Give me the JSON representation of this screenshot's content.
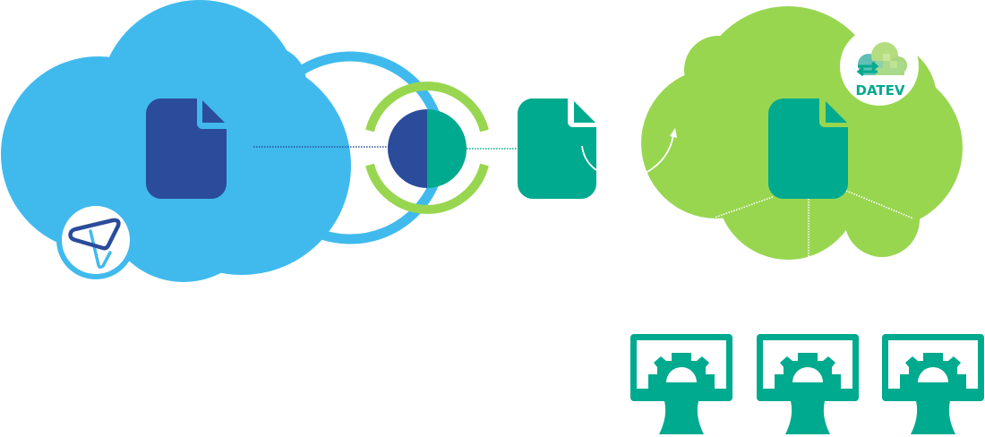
{
  "diagram": {
    "title": "Document transfer from source cloud to DATEV cloud",
    "colors": {
      "source_cloud": "#40baed",
      "source_document": "#2b4c9b",
      "connector_ring_green": "#98d650",
      "transfer_document": "#00aa8e",
      "target_cloud": "#98d650",
      "workstation": "#00aa8e",
      "badge_background": "#ffffff"
    },
    "nodes": {
      "source_cloud": {
        "label": "source-cloud",
        "icon": "cloud-icon"
      },
      "source_document": {
        "icon": "document-icon"
      },
      "source_logo": {
        "icon": "paper-plane-logo-icon"
      },
      "connector": {
        "icon": "split-circle-connector-icon"
      },
      "transfer_document": {
        "icon": "document-icon"
      },
      "target_cloud": {
        "label": "target-cloud",
        "icon": "cloud-icon"
      },
      "target_document": {
        "icon": "document-icon"
      },
      "target_logo": {
        "text": "DATEV",
        "icon": "datev-cloud-logo-icon"
      }
    },
    "workstations": [
      {
        "icon": "monitor-gear-icon"
      },
      {
        "icon": "monitor-gear-icon"
      },
      {
        "icon": "monitor-gear-icon"
      }
    ]
  }
}
